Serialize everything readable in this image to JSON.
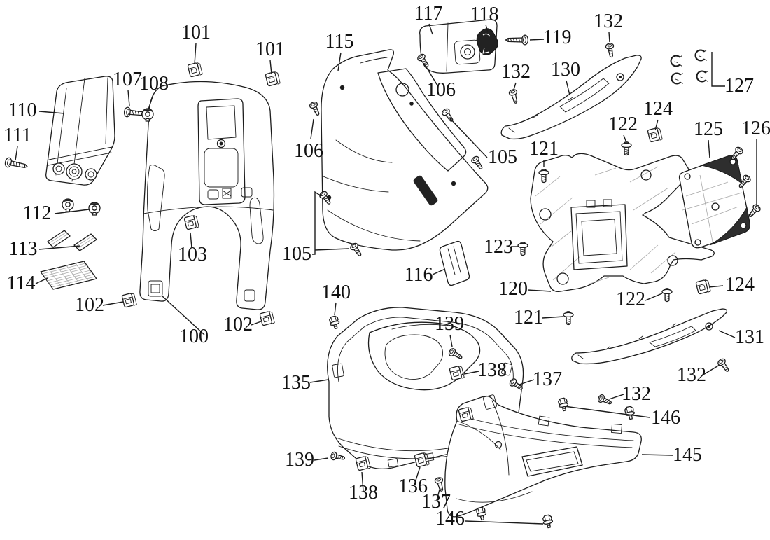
{
  "diagram": {
    "type": "exploded-parts-view",
    "subject": "scooter body panels, floor board and covers",
    "colors": {
      "background": "#ffffff",
      "line": "#1c1c1c",
      "label": "#111111",
      "dark_fill": "#2e2e2e",
      "texture": "#a8a8a8"
    },
    "callouts": [
      {
        "part": "117"
      },
      {
        "part": "118"
      },
      {
        "part": "101"
      },
      {
        "part": "132"
      },
      {
        "part": "119"
      },
      {
        "part": "101"
      },
      {
        "part": "115"
      },
      {
        "part": "107"
      },
      {
        "part": "108"
      },
      {
        "part": "132"
      },
      {
        "part": "130"
      },
      {
        "part": "127"
      },
      {
        "part": "106"
      },
      {
        "part": "110"
      },
      {
        "part": "124"
      },
      {
        "part": "122"
      },
      {
        "part": "125"
      },
      {
        "part": "126"
      },
      {
        "part": "111"
      },
      {
        "part": "121"
      },
      {
        "part": "106"
      },
      {
        "part": "105"
      },
      {
        "part": "112"
      },
      {
        "part": "113"
      },
      {
        "part": "123"
      },
      {
        "part": "103"
      },
      {
        "part": "105"
      },
      {
        "part": "114"
      },
      {
        "part": "116"
      },
      {
        "part": "120"
      },
      {
        "part": "124"
      },
      {
        "part": "140"
      },
      {
        "part": "122"
      },
      {
        "part": "102"
      },
      {
        "part": "121"
      },
      {
        "part": "102"
      },
      {
        "part": "139"
      },
      {
        "part": "100"
      },
      {
        "part": "131"
      },
      {
        "part": "138"
      },
      {
        "part": "137"
      },
      {
        "part": "132"
      },
      {
        "part": "135"
      },
      {
        "part": "132"
      },
      {
        "part": "146"
      },
      {
        "part": "145"
      },
      {
        "part": "139"
      },
      {
        "part": "136"
      },
      {
        "part": "138"
      },
      {
        "part": "137"
      },
      {
        "part": "146"
      }
    ]
  }
}
